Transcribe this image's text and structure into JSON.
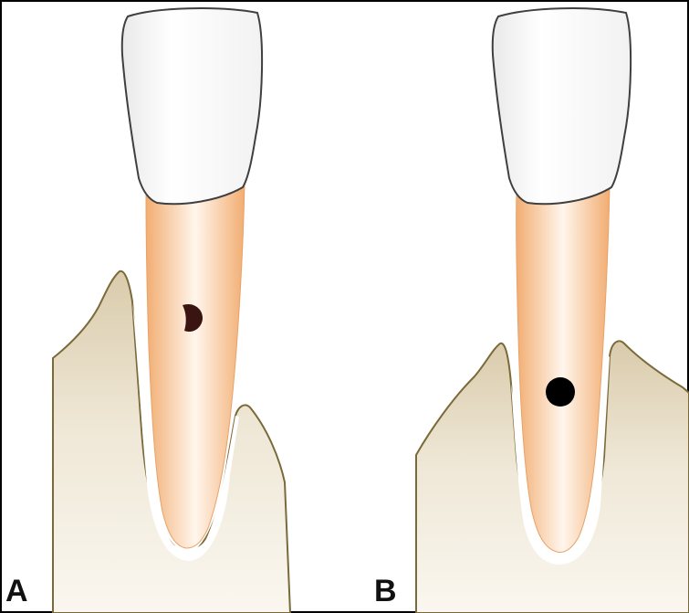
{
  "figure": {
    "panels": [
      {
        "label": "A",
        "marker_shape": "half-dot"
      },
      {
        "label": "B",
        "marker_shape": "dot"
      }
    ]
  },
  "colors": {
    "background": "#ffffff",
    "frame": "#000000",
    "bone_fill_light": "#f6f0e4",
    "bone_fill_dark": "#ddd0b3",
    "bone_outline": "#7a6a3a",
    "root_edge": "#f1b57f",
    "root_center": "#fff5ea",
    "crown_fill": "#ffffff",
    "crown_outline": "#4a4a4a",
    "lesion_a": "#3a1410",
    "lesion_b": "#000000"
  }
}
